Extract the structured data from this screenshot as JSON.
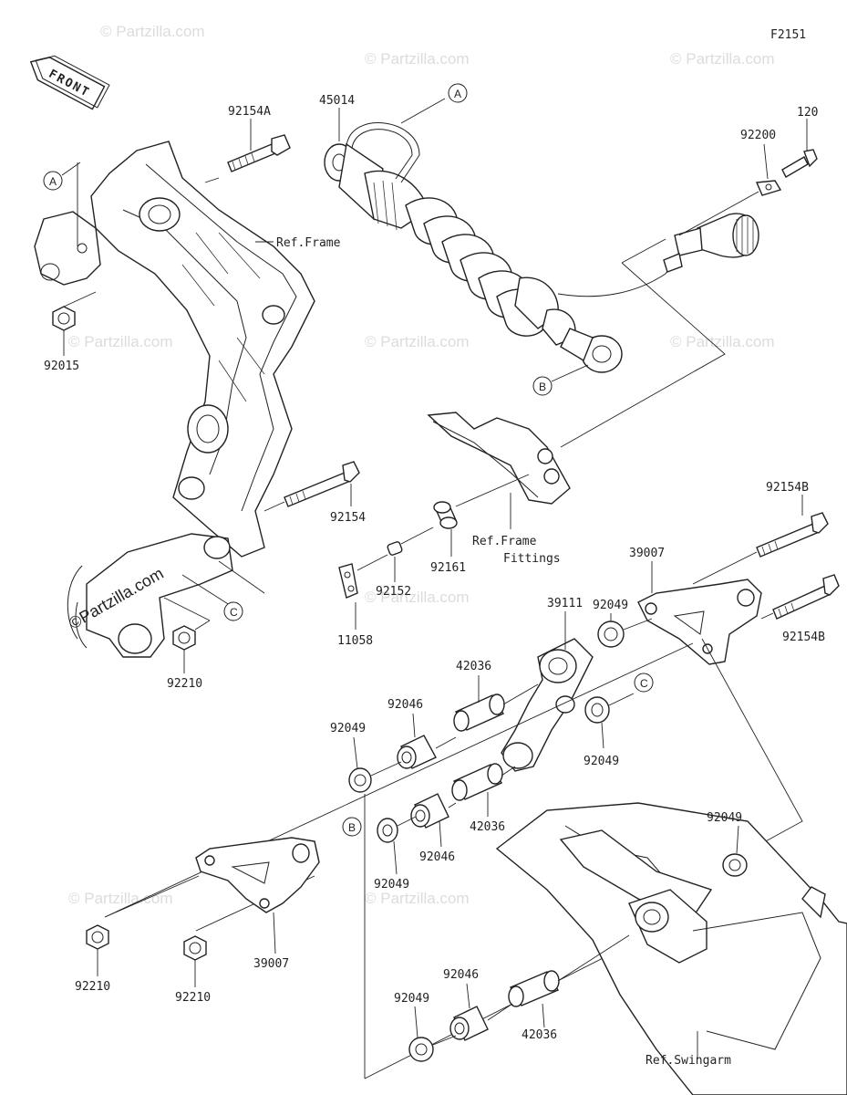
{
  "diagram_code": "F2151",
  "front_badge": "FRONT",
  "watermark": "© Partzilla.com",
  "watermark_large": "©Partzilla.com",
  "callouts": {
    "a": "A",
    "b": "B",
    "c": "C"
  },
  "parts": {
    "p92154A": "92154A",
    "p45014": "45014",
    "p120": "120",
    "p92200": "92200",
    "p92015": "92015",
    "p92154": "92154",
    "p92152": "92152",
    "p92161": "92161",
    "p11058": "11058",
    "p92210_top": "92210",
    "p92154B_1": "92154B",
    "p92154B_2": "92154B",
    "p39007_top": "39007",
    "p39111": "39111",
    "p92049_a": "92049",
    "p42036_a": "42036",
    "p92046_a": "92046",
    "p92049_b": "92049",
    "p92049_c": "92049",
    "p42036_b": "42036",
    "p92046_b": "92046",
    "p92049_d": "92049",
    "p92049_e": "92049",
    "p39007_bot": "39007",
    "p92210_l": "92210",
    "p92210_r": "92210",
    "p92049_f": "92049",
    "p92046_c": "92046",
    "p42036_c": "42036"
  },
  "refs": {
    "frame": "Ref.Frame",
    "frame_fittings_1": "Ref.Frame",
    "frame_fittings_2": "Fittings",
    "swingarm": "Ref.Swingarm"
  }
}
